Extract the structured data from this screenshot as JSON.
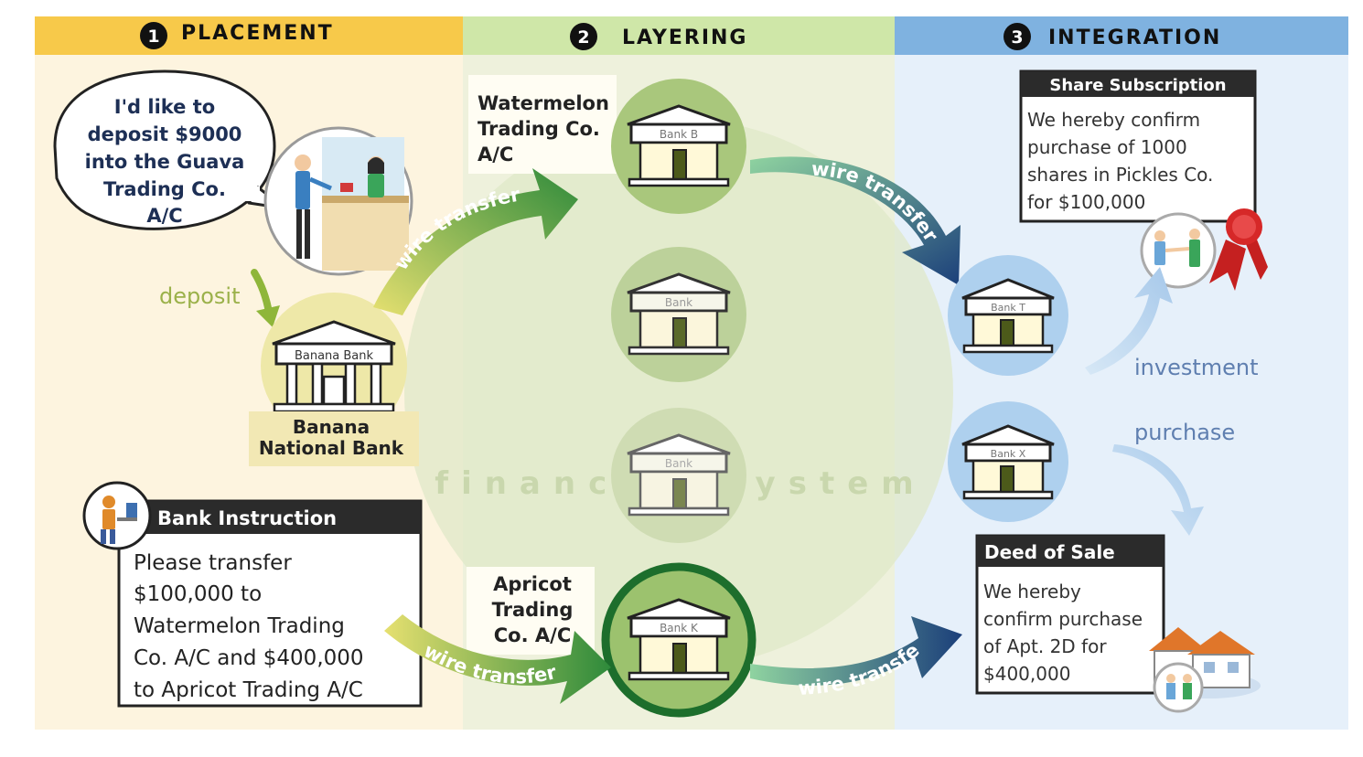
{
  "stages": [
    {
      "number": "1",
      "label": "PLACEMENT"
    },
    {
      "number": "2",
      "label": "LAYERING"
    },
    {
      "number": "3",
      "label": "INTEGRATION"
    }
  ],
  "placement": {
    "speech_lines": [
      "I'd like to",
      "deposit $9000",
      "into the Guava",
      "Trading Co.",
      "A/C"
    ],
    "deposit_label": "deposit",
    "bank_sign": "Banana Bank",
    "bank_name_lines": [
      "Banana",
      "National Bank"
    ],
    "instruction_title": "Bank Instruction",
    "instruction_lines": [
      "Please transfer",
      "$100,000 to",
      "Watermelon Trading",
      "Co. A/C and $400,000",
      "to Apricot Trading A/C"
    ]
  },
  "layering": {
    "watermelon_lines": [
      "Watermelon",
      "Trading Co.",
      "A/C"
    ],
    "apricot_lines": [
      "Apricot",
      "Trading",
      "Co. A/C"
    ],
    "bank_signs": [
      "Bank B",
      "Bank",
      "Bank",
      "Bank K"
    ],
    "financial_system": "financial system"
  },
  "integration": {
    "share_title": "Share Subscription",
    "share_lines": [
      "We hereby confirm",
      "purchase of 1000",
      "shares in Pickles Co.",
      "for $100,000"
    ],
    "bank_signs": [
      "Bank T",
      "Bank X"
    ],
    "investment_label": "investment",
    "purchase_label": "purchase",
    "deed_title": "Deed of Sale",
    "deed_lines": [
      "We hereby",
      "confirm purchase",
      "of Apt. 2D for",
      "$400,000"
    ]
  },
  "wire_transfer_label": "wire transfer",
  "colors": {
    "placement_band": "#f7c94a",
    "placement_bg": "#fdf4df",
    "layering_band": "#cfe7a8",
    "layering_bg": "#eef1dc",
    "integration_band": "#7fb2e0",
    "integration_bg": "#e6f0fa",
    "green_arrow": "#2f8a3a",
    "blue_arrow": "#1e4f8c",
    "dark_box": "#2b2b2b"
  }
}
